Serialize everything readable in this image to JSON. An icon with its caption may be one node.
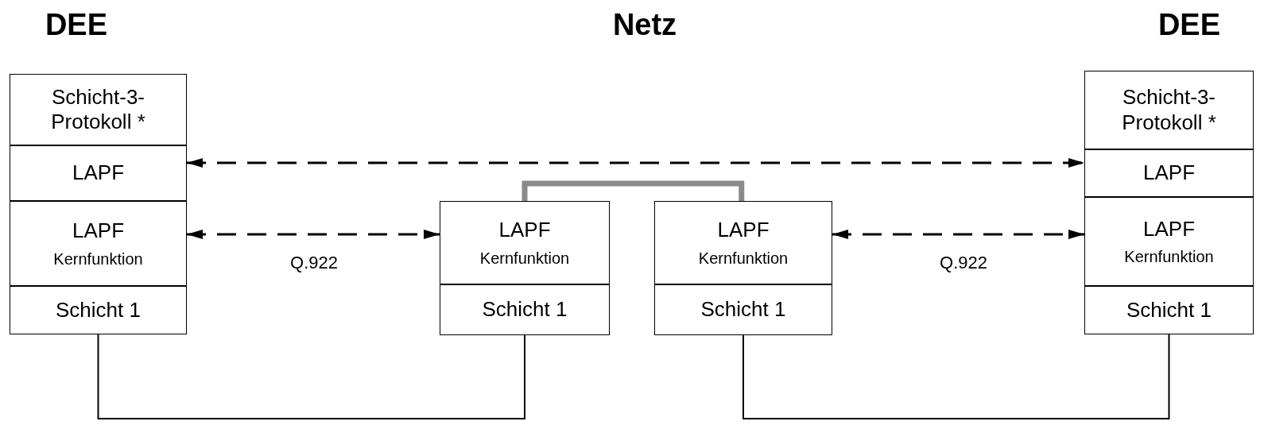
{
  "diagram": {
    "nodes": [
      {
        "text": [
          "Schicht-3- Protokoll *"
        ]
      },
      {
        "text": [
          "LAPF"
        ]
      },
      {
        "text": [
          "LAPF",
          "Kernfunktion"
        ]
      },
      {
        "text": [
          "Schicht 1"
        ]
      },
      {
        "text": [
          "LAPF",
          "Kernfunktion"
        ]
      },
      {
        "text": [
          "Schicht 1"
        ]
      },
      {
        "text": [
          "LAPF",
          "Kernfunktion"
        ]
      },
      {
        "text": [
          "Schicht 1"
        ]
      },
      {
        "text": [
          "Schicht-3- Protokoll *"
        ]
      },
      {
        "text": [
          "LAPF"
        ]
      },
      {
        "text": [
          "LAPF",
          "Kernfunktion"
        ]
      },
      {
        "text": [
          "Schicht 1"
        ]
      }
    ],
    "edges": [
      {
        "from": 1,
        "to": 9,
        "arrow": "both",
        "style": "dashed"
      },
      {
        "from": 2,
        "to": 4,
        "arrow": "both",
        "style": "dashed",
        "label": "Q.922"
      },
      {
        "from": 6,
        "to": 10,
        "arrow": "both",
        "style": "dashed",
        "label": "Q.922"
      },
      {
        "from": 4,
        "to": 6,
        "arrow": "none",
        "style": "thick",
        "color": "#8a8a8a"
      },
      {
        "from": 3,
        "to": 5,
        "arrow": "none"
      },
      {
        "from": 7,
        "to": 11,
        "arrow": "none"
      }
    ],
    "labels": [
      "DEE",
      "Netz",
      "DEE"
    ]
  }
}
